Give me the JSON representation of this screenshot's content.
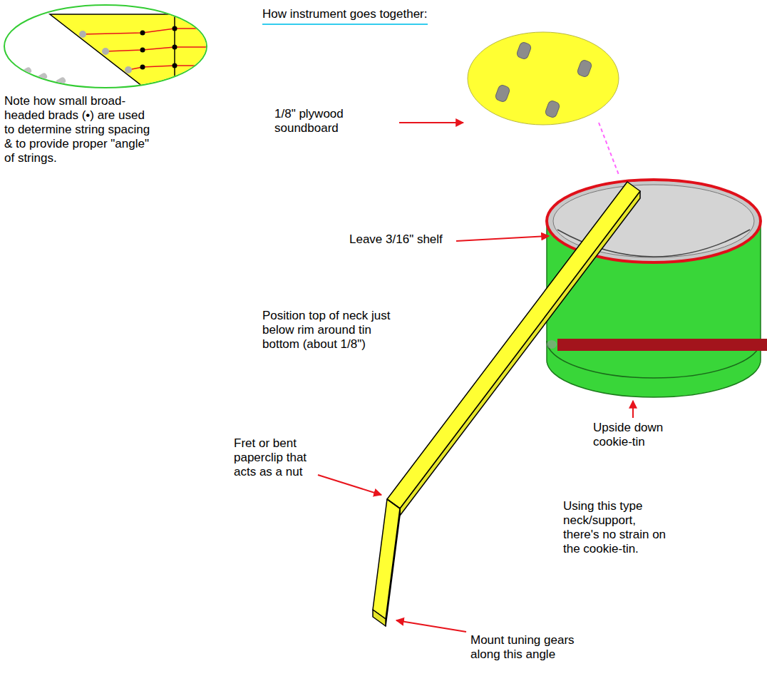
{
  "diagram": {
    "title": "How instrument goes together:",
    "labels": [
      "Note how small broad-headed brads (•) are used to determine string spacing & to provide proper \"angle\" of strings.",
      "1/8\" plywood soundboard",
      "Leave 3/16\" shelf",
      "Position top of neck just below rim around tin bottom (about 1/8\")",
      "Upside down cookie-tin",
      "Fret or bent paperclip that acts as a nut",
      "Using this type neck/support, there's no strain on the cookie-tin.",
      "Mount tuning gears along this angle"
    ]
  }
}
